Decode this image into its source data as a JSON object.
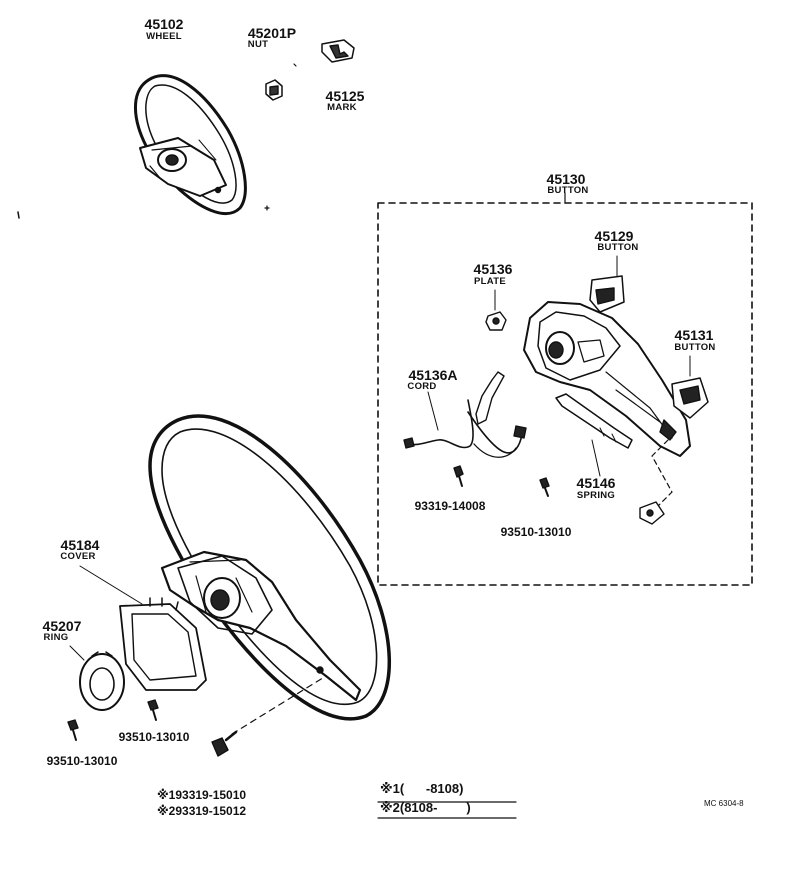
{
  "parts": {
    "p45102": {
      "num": "45102",
      "name": "WHEEL"
    },
    "p45201P": {
      "num": "45201P",
      "name": "NUT"
    },
    "p45125": {
      "num": "45125",
      "name": "MARK"
    },
    "p45130": {
      "num": "45130",
      "name": "BUTTON"
    },
    "p45129": {
      "num": "45129",
      "name": "BUTTON"
    },
    "p45136": {
      "num": "45136",
      "name": "PLATE"
    },
    "p45131": {
      "num": "45131",
      "name": "BUTTON"
    },
    "p45136A": {
      "num": "45136A",
      "name": "CORD"
    },
    "p45146": {
      "num": "45146",
      "name": "SPRING"
    },
    "p45184": {
      "num": "45184",
      "name": "COVER"
    },
    "p45207": {
      "num": "45207",
      "name": "RING"
    }
  },
  "part_numbers": {
    "screw_a": "93319-14008",
    "screw_b": "93510-13010",
    "screw_c": "93510-13010",
    "screw_d": "93510-13010",
    "bolt_1": "※193319-15010",
    "bolt_2": "※293319-15012"
  },
  "legend": {
    "note1": "※1(      -8108)",
    "note2": "※2(8108-        )"
  },
  "drawing_code": "MC 6304-8"
}
